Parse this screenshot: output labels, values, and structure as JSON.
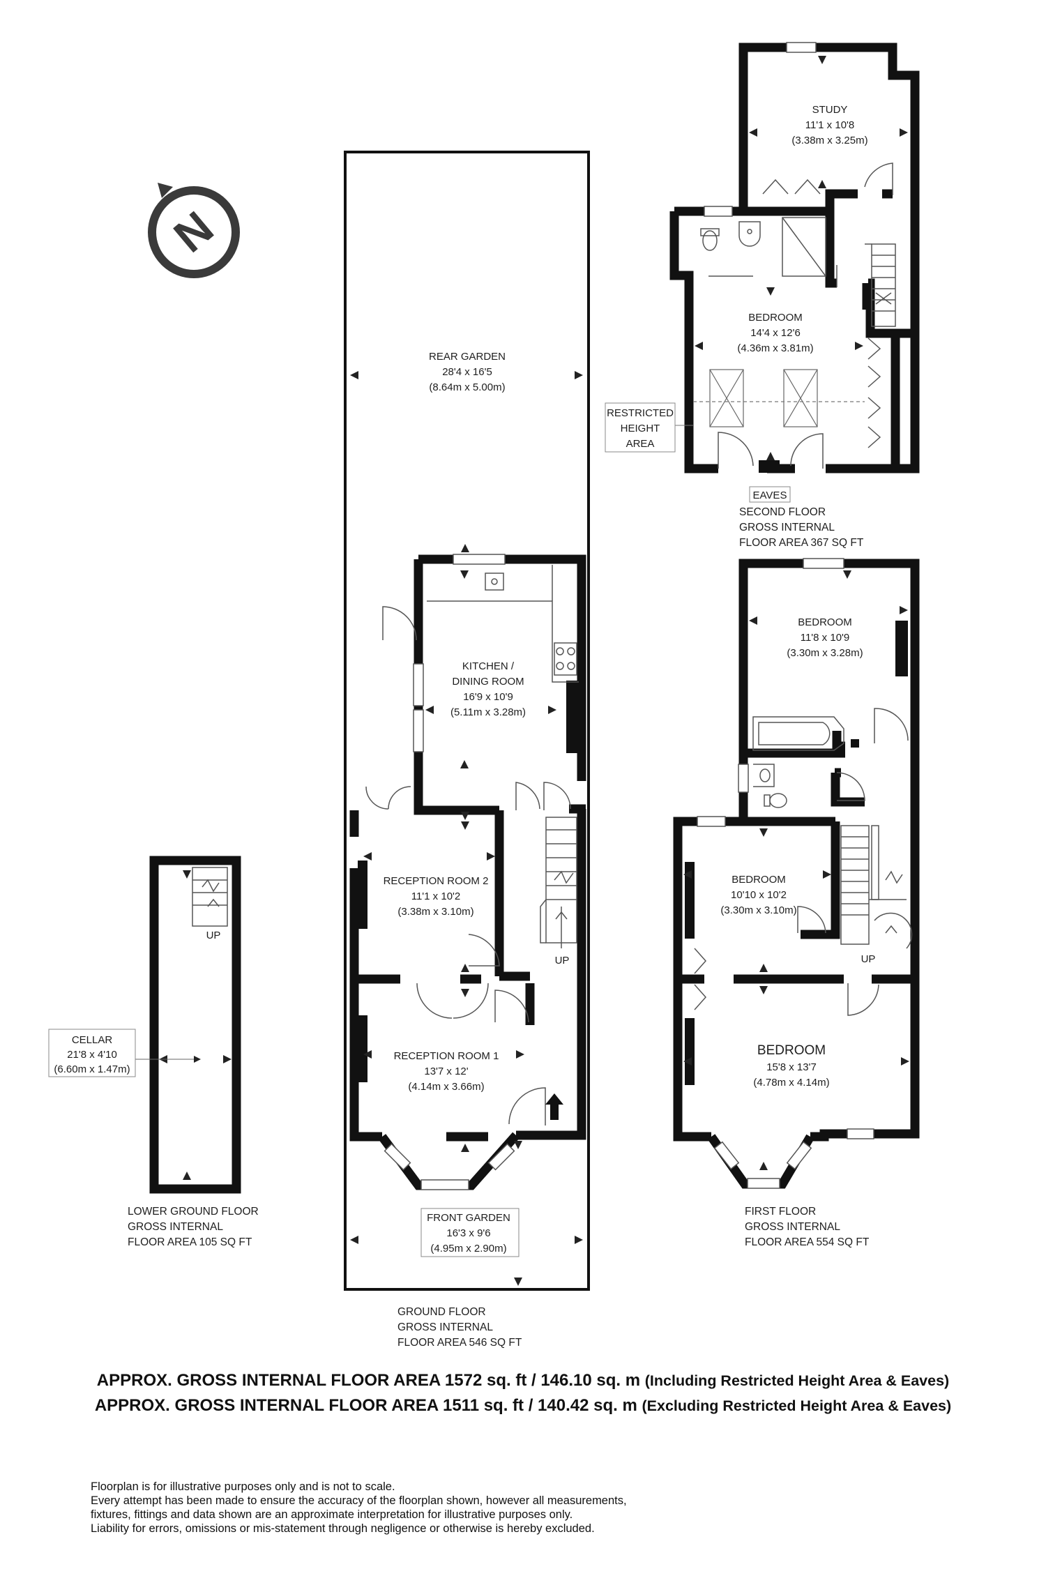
{
  "compass": {
    "icon": "north-compass-icon",
    "letter": "N"
  },
  "ground_floor": {
    "rooms": {
      "rear_garden": {
        "name": "REAR GARDEN",
        "imperial": "28'4 x 16'5",
        "metric": "(8.64m x 5.00m)"
      },
      "kitchen": {
        "name_line1": "KITCHEN /",
        "name_line2": "DINING ROOM",
        "imperial": "16'9 x 10'9",
        "metric": "(5.11m x 3.28m)"
      },
      "reception_2": {
        "name": "RECEPTION ROOM 2",
        "imperial": "11'1 x 10'2",
        "metric": "(3.38m x 3.10m)"
      },
      "reception_1": {
        "name": "RECEPTION ROOM 1",
        "imperial": "13'7 x 12'",
        "metric": "(4.14m x 3.66m)"
      },
      "front_garden": {
        "name": "FRONT GARDEN",
        "imperial": "16'3 x 9'6",
        "metric": "(4.95m x 2.90m)"
      }
    },
    "up_label": "UP",
    "area_lines": [
      "GROUND FLOOR",
      "GROSS INTERNAL",
      "FLOOR AREA 546 SQ FT"
    ]
  },
  "lower_ground_floor": {
    "rooms": {
      "cellar": {
        "name": "CELLAR",
        "imperial": "21'8 x 4'10",
        "metric": "(6.60m x 1.47m)"
      }
    },
    "up_label": "UP",
    "area_lines": [
      "LOWER GROUND FLOOR",
      "GROSS INTERNAL",
      "FLOOR AREA 105 SQ FT"
    ]
  },
  "second_floor": {
    "rooms": {
      "study": {
        "name": "STUDY",
        "imperial": "11'1 x 10'8",
        "metric": "(3.38m x 3.25m)"
      },
      "bedroom": {
        "name": "BEDROOM",
        "imperial": "14'4 x 12'6",
        "metric": "(4.36m x 3.81m)"
      }
    },
    "restricted_lines": [
      "RESTRICTED",
      "HEIGHT",
      "AREA"
    ],
    "eaves_label": "EAVES",
    "area_lines": [
      "SECOND FLOOR",
      "GROSS INTERNAL",
      "FLOOR AREA 367 SQ FT"
    ]
  },
  "first_floor": {
    "rooms": {
      "bedroom_rear": {
        "name": "BEDROOM",
        "imperial": "11'8 x 10'9",
        "metric": "(3.30m x 3.28m)"
      },
      "bedroom_middle": {
        "name": "BEDROOM",
        "imperial": "10'10 x 10'2",
        "metric": "(3.30m x 3.10m)"
      },
      "bedroom_front": {
        "name": "BEDROOM",
        "imperial": "15'8 x 13'7",
        "metric": "(4.78m x 4.14m)"
      }
    },
    "up_label": "UP",
    "area_lines": [
      "FIRST FLOOR",
      "GROSS INTERNAL",
      "FLOOR AREA 554 SQ FT"
    ]
  },
  "summary": {
    "line1_main": "APPROX. GROSS INTERNAL FLOOR AREA 1572 sq. ft / 146.10 sq. m",
    "line1_note": "(Including Restricted Height Area & Eaves)",
    "line2_main": "APPROX. GROSS INTERNAL FLOOR AREA 1511 sq. ft / 140.42 sq. m",
    "line2_note": "(Excluding Restricted Height Area & Eaves)"
  },
  "disclaimer": [
    "Floorplan is for illustrative purposes only and is not to scale.",
    "Every attempt has been made to ensure the accuracy of the floorplan shown, however all measurements,",
    "fixtures, fittings and data shown are an approximate interpretation for illustrative purposes only.",
    "Liability for errors, omissions or mis-statement through negligence or otherwise is hereby excluded."
  ],
  "colors": {
    "wall": "#111111",
    "line": "#555555",
    "text": "#1e1e1e",
    "compass": "#3a3a3a"
  }
}
